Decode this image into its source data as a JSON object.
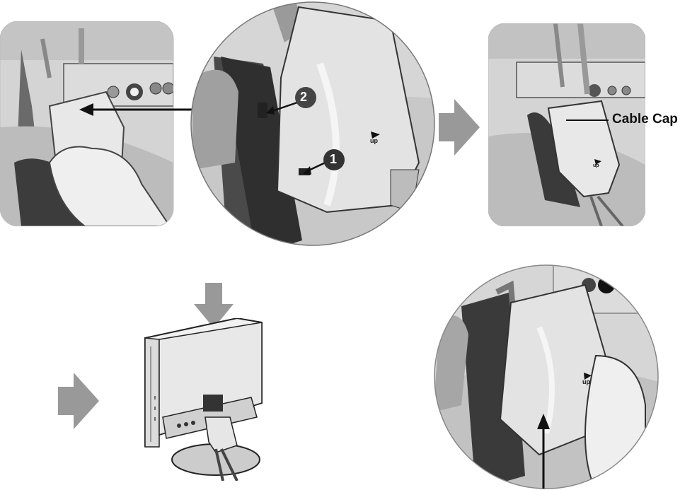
{
  "labels": {
    "cable_cap": "Cable Cap",
    "marker_1": "1",
    "marker_2": "2",
    "up_text_1": "up",
    "up_text_2": "up",
    "up_text_3": "up"
  },
  "colors": {
    "metal_light": "#d9d9d9",
    "metal_mid": "#b3b3b3",
    "shadow_dark": "#555555",
    "shadow_black": "#2b2b2b",
    "step_arrow": "#999999",
    "cover_fill": "#e6e6e6"
  },
  "icons": [
    "step-arrow-right-icon",
    "step-arrow-down-icon",
    "direction-arrow-left-icon",
    "direction-arrow-up-icon",
    "number-marker-icon"
  ]
}
